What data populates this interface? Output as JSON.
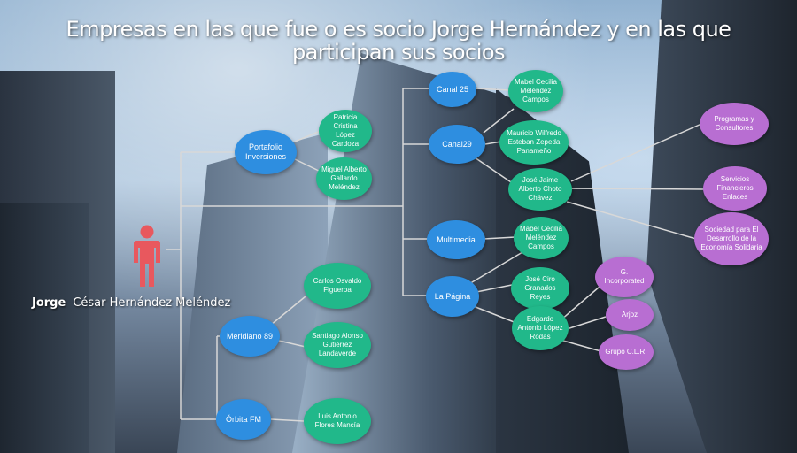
{
  "title": "Empresas en las que fue o es socio Jorge Hernández y en las que participan sus socios",
  "person": {
    "first": "Jorge",
    "rest": "César Hernández Meléndez",
    "icon": "person-icon",
    "color": "#e8585e"
  },
  "nodes": {
    "portafolio": "Portafolio\nInversiones",
    "patricia": "Patricia\nCristina López\nCardoza",
    "miguel": "Miguel Alberto\nGallardo\nMeléndez",
    "meridiano": "Meridiano 89",
    "carlos": "Carlos Osvaldo\nFigueroa",
    "santiago": "Santiago Alonso\nGutiérrez\nLandaverde",
    "orbita": "Órbita FM",
    "luis": "Luis Antonio\nFlores Mancía",
    "canal25": "Canal 25",
    "mabel1": "Mabel Cecilia\nMeléndez\nCampos",
    "canal29": "Canal29",
    "mauricio": "Mauricio Wilfredo\nEsteban Zepeda\nPanameño",
    "josejaime": "José Jaime\nAlberto Choto\nChávez",
    "multimedia": "Multimedia",
    "mabel2": "Mabel Cecilia\nMeléndez\nCampos",
    "lapagina": "La Página",
    "joseciro": "José Ciro\nGranados\nReyes",
    "edgardo": "Edgardo\nAntonio  López\nRodas",
    "programas": "Programas y\nConsultores",
    "servicios": "Servicios\nFinancieros\nEnlaces",
    "sociedad": "Sociedad para El\nDesarrollo de la\nEconomía  Solidaria",
    "gincorp": "G.\nIncorporated",
    "arjoz": "Arjoz",
    "grupoclr": "Grupo C.L.R."
  },
  "colors": {
    "company": "#2e8ee0",
    "partner": "#21b88a",
    "partner_company": "#b86ed2",
    "connector": "#d8d8d8"
  }
}
